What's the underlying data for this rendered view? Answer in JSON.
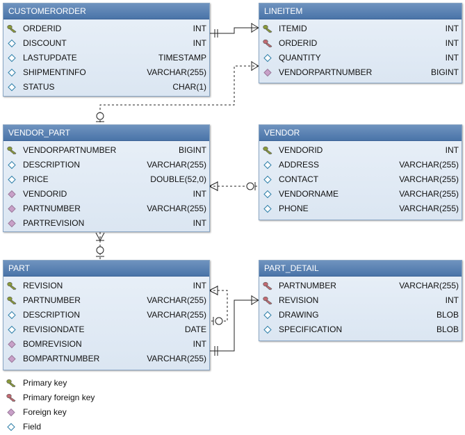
{
  "entities": {
    "customerorder": {
      "name": "CUSTOMERORDER",
      "columns": [
        {
          "kind": "pk",
          "name": "ORDERID",
          "type": "INT"
        },
        {
          "kind": "field",
          "name": "DISCOUNT",
          "type": "INT"
        },
        {
          "kind": "field",
          "name": "LASTUPDATE",
          "type": "TIMESTAMP"
        },
        {
          "kind": "field",
          "name": "SHIPMENTINFO",
          "type": "VARCHAR(255)"
        },
        {
          "kind": "field",
          "name": "STATUS",
          "type": "CHAR(1)"
        }
      ]
    },
    "lineitem": {
      "name": "LINEITEM",
      "columns": [
        {
          "kind": "pk",
          "name": "ITEMID",
          "type": "INT"
        },
        {
          "kind": "pfk",
          "name": "ORDERID",
          "type": "INT"
        },
        {
          "kind": "field",
          "name": "QUANTITY",
          "type": "INT"
        },
        {
          "kind": "fk",
          "name": "VENDORPARTNUMBER",
          "type": "BIGINT"
        }
      ]
    },
    "vendor_part": {
      "name": "VENDOR_PART",
      "columns": [
        {
          "kind": "pk",
          "name": "VENDORPARTNUMBER",
          "type": "BIGINT"
        },
        {
          "kind": "field",
          "name": "DESCRIPTION",
          "type": "VARCHAR(255)"
        },
        {
          "kind": "field",
          "name": "PRICE",
          "type": "DOUBLE(52,0)"
        },
        {
          "kind": "fk",
          "name": "VENDORID",
          "type": "INT"
        },
        {
          "kind": "fk",
          "name": "PARTNUMBER",
          "type": "VARCHAR(255)"
        },
        {
          "kind": "fk",
          "name": "PARTREVISION",
          "type": "INT"
        }
      ]
    },
    "vendor": {
      "name": "VENDOR",
      "columns": [
        {
          "kind": "pk",
          "name": "VENDORID",
          "type": "INT"
        },
        {
          "kind": "field",
          "name": "ADDRESS",
          "type": "VARCHAR(255)"
        },
        {
          "kind": "field",
          "name": "CONTACT",
          "type": "VARCHAR(255)"
        },
        {
          "kind": "field",
          "name": "VENDORNAME",
          "type": "VARCHAR(255)"
        },
        {
          "kind": "field",
          "name": "PHONE",
          "type": "VARCHAR(255)"
        }
      ]
    },
    "part": {
      "name": "PART",
      "columns": [
        {
          "kind": "pk",
          "name": "REVISION",
          "type": "INT"
        },
        {
          "kind": "pk",
          "name": "PARTNUMBER",
          "type": "VARCHAR(255)"
        },
        {
          "kind": "field",
          "name": "DESCRIPTION",
          "type": "VARCHAR(255)"
        },
        {
          "kind": "field",
          "name": "REVISIONDATE",
          "type": "DATE"
        },
        {
          "kind": "fk",
          "name": "BOMREVISION",
          "type": "INT"
        },
        {
          "kind": "fk",
          "name": "BOMPARTNUMBER",
          "type": "VARCHAR(255)"
        }
      ]
    },
    "part_detail": {
      "name": "PART_DETAIL",
      "columns": [
        {
          "kind": "pfk",
          "name": "PARTNUMBER",
          "type": "VARCHAR(255)"
        },
        {
          "kind": "pfk",
          "name": "REVISION",
          "type": "INT"
        },
        {
          "kind": "field",
          "name": "DRAWING",
          "type": "BLOB"
        },
        {
          "kind": "field",
          "name": "SPECIFICATION",
          "type": "BLOB"
        }
      ]
    }
  },
  "legend": [
    {
      "kind": "pk",
      "label": "Primary key"
    },
    {
      "kind": "pfk",
      "label": "Primary foreign key"
    },
    {
      "kind": "fk",
      "label": "Foreign key"
    },
    {
      "kind": "field",
      "label": "Field"
    }
  ],
  "colors": {
    "header": "#4a74a8",
    "body": "#dbe6f2",
    "pk": "#8a9a3a",
    "pfk": "#c26a72",
    "fk": "#c8a0c8",
    "field": "#2e7fa8"
  }
}
